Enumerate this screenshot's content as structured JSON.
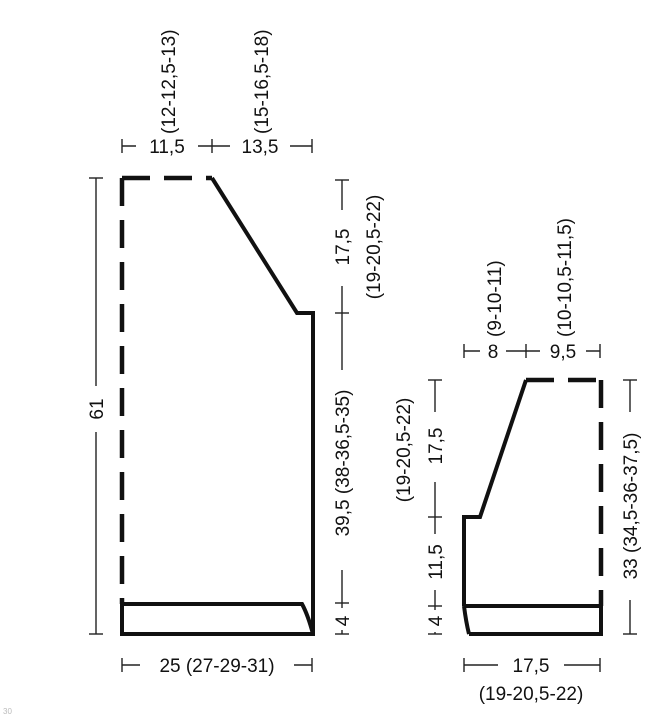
{
  "back_piece": {
    "top_left_width": "11,5",
    "top_left_width_sizes": "(12-12,5-13)",
    "top_right_width": "13,5",
    "top_right_width_sizes": "(15-16,5-18)",
    "total_height": "61",
    "slope_height": "17,5",
    "slope_height_sizes": "(19-20,5-22)",
    "body_height": "39,5 (38-36,5-35)",
    "rib_height": "4",
    "bottom_width": "25 (27-29-31)"
  },
  "front_piece": {
    "top_left_width": "8",
    "top_left_width_sizes": "(9-10-11)",
    "top_right_width": "9,5",
    "top_right_width_sizes": "(10-10,5-11,5)",
    "slope_height": "17,5",
    "slope_height_sizes": "(19-20,5-22)",
    "lower_height": "11,5",
    "rib_height": "4",
    "right_height": "33 (34,5-36-37,5)",
    "bottom_width": "17,5",
    "bottom_width_sizes": "(19-20,5-22)"
  },
  "corner_mark": "30"
}
